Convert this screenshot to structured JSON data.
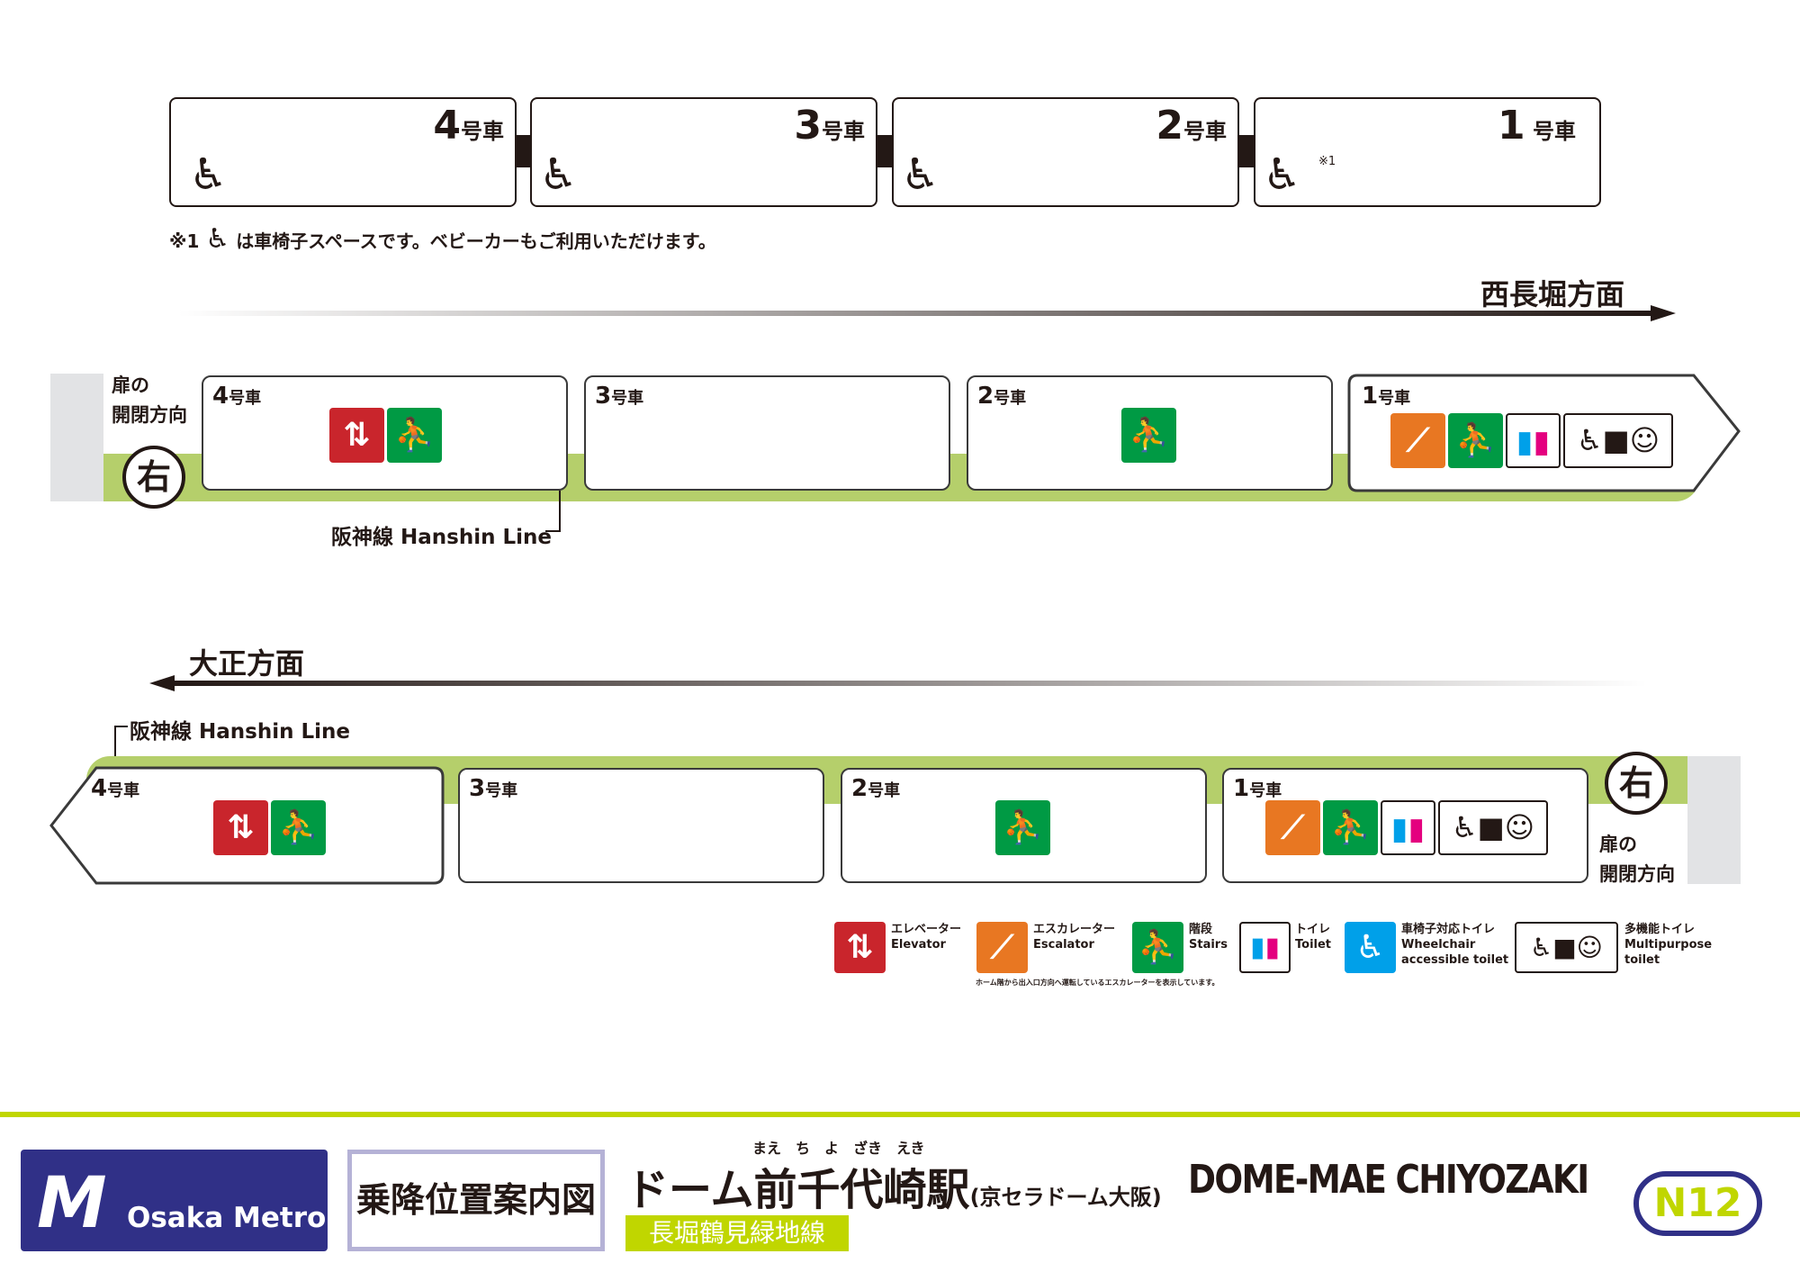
{
  "top_formation": {
    "cars": [
      {
        "num": "4",
        "suffix": "号車"
      },
      {
        "num": "3",
        "suffix": "号車"
      },
      {
        "num": "2",
        "suffix": "号車"
      },
      {
        "num": "1",
        "suffix": "号車",
        "mark": "※1"
      }
    ],
    "note_prefix": "※1",
    "note_text": "は車椅子スペースです。ベビーカーもご利用いただけます。"
  },
  "upper": {
    "direction": "西長堀方面",
    "door_label_1": "扉の",
    "door_label_2": "開閉方向",
    "door_side": "右",
    "hanshin": "阪神線 Hanshin Line",
    "cars": [
      {
        "num": "4",
        "suffix": "号車"
      },
      {
        "num": "3",
        "suffix": "号車"
      },
      {
        "num": "2",
        "suffix": "号車"
      },
      {
        "num": "1",
        "suffix": "号車"
      }
    ]
  },
  "lower": {
    "direction": "大正方面",
    "door_label_1": "扉の",
    "door_label_2": "開閉方向",
    "door_side": "右",
    "hanshin": "阪神線 Hanshin Line",
    "cars": [
      {
        "num": "4",
        "suffix": "号車"
      },
      {
        "num": "3",
        "suffix": "号車"
      },
      {
        "num": "2",
        "suffix": "号車"
      },
      {
        "num": "1",
        "suffix": "号車"
      }
    ]
  },
  "legend": {
    "items": [
      {
        "ja": "エレベーター",
        "en": "Elevator",
        "icon": "elevator-icon",
        "color": "#c9252c"
      },
      {
        "ja": "エスカレーター",
        "en": "Escalator",
        "icon": "escalator-icon",
        "color": "#e87722"
      },
      {
        "ja": "階段",
        "en": "Stairs",
        "icon": "stairs-icon",
        "color": "#009a44"
      },
      {
        "ja": "トイレ",
        "en": "Toilet",
        "icon": "toilet-icon"
      },
      {
        "ja": "車椅子対応トイレ",
        "en": "Wheelchair",
        "en2": "accessible toilet",
        "icon": "wheelchair-toilet-icon",
        "color": "#00a0e9"
      },
      {
        "ja": "多機能トイレ",
        "en": "Multipurpose",
        "en2": "toilet",
        "icon": "multipurpose-toilet-icon"
      }
    ],
    "escalator_note": "ホーム階から出入口方向へ運転しているエスカレーターを表示しています。"
  },
  "footer": {
    "brand": "Osaka Metro",
    "doc_title": "乗降位置案内図",
    "ruby": "まえ　ち　よ　ざき　えき",
    "station_ja": "ドーム前千代崎駅",
    "station_sub": "(京セラドーム大阪)",
    "station_en": "DOME-MAE CHIYOZAKI",
    "line": "長堀鶴見緑地線",
    "code": "N12",
    "line_color": "#c0d600",
    "brand_color": "#303087"
  }
}
